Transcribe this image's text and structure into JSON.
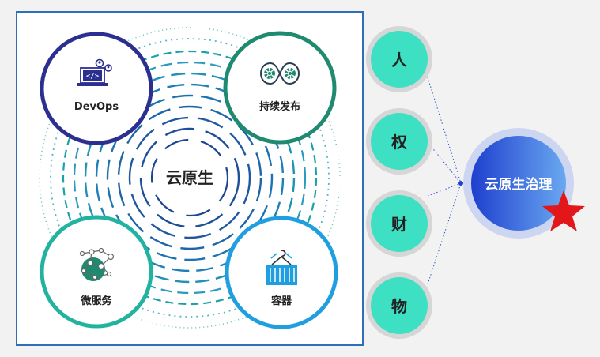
{
  "center_label": "云原生",
  "quadrants": [
    {
      "id": "devops",
      "label": "DevOps",
      "icon": "laptop-code-icon",
      "color": "#2b2f8f"
    },
    {
      "id": "cd",
      "label": "持续发布",
      "icon": "gears-infinity-icon",
      "color": "#1f8a70"
    },
    {
      "id": "microservices",
      "label": "微服务",
      "icon": "network-nodes-icon",
      "color": "#22b3a0"
    },
    {
      "id": "containers",
      "label": "容器",
      "icon": "container-crane-icon",
      "color": "#1f9ee0"
    }
  ],
  "dimensions": [
    {
      "label": "人"
    },
    {
      "label": "权"
    },
    {
      "label": "财"
    },
    {
      "label": "物"
    }
  ],
  "governance": {
    "label": "云原生治理",
    "badge": "star-icon"
  },
  "colors": {
    "panel_border": "#2f6fb8",
    "dimension_fill": "#3ee0c4",
    "dimension_ring": "#d6d6d6",
    "governance_from": "#1e3fcf",
    "governance_to": "#6aa8f0",
    "star": "#e3161a"
  }
}
